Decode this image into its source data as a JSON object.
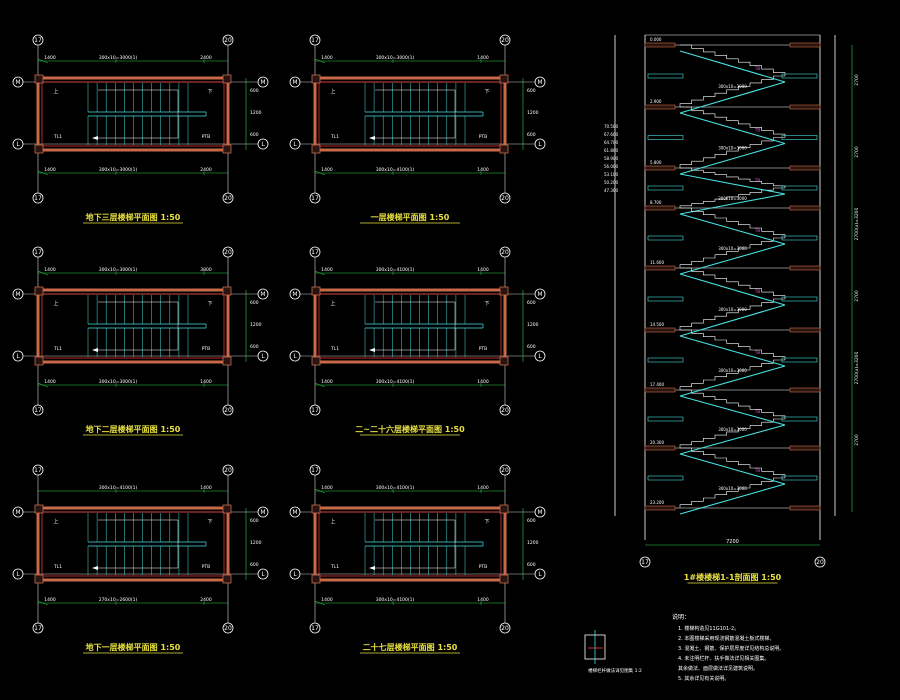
{
  "colors": {
    "background": "#000000",
    "grid": "#ffffff",
    "wall": "#c86a4a",
    "wall_fill": "#2a1410",
    "stair": "#46e0e0",
    "dim": "#2bd14a",
    "annot": "#ffffff",
    "red": "#ff3a3a",
    "title": "#e8e040",
    "pink": "#d060d0"
  },
  "plans": [
    {
      "title": "地下三层楼梯平面图 1:50",
      "axis_tl": "17",
      "axis_tr": "20",
      "axis_bl": "17",
      "axis_br": "20",
      "row_top": "M",
      "row_bot": "L",
      "top_dim": [
        "1400",
        "300x10=3000(1)",
        "2400"
      ],
      "bot_dim": [
        "1400",
        "300x10=3000(1)",
        "2400"
      ]
    },
    {
      "title": "一层楼梯平面图 1:50",
      "axis_tl": "17",
      "axis_tr": "20",
      "axis_bl": "17",
      "axis_br": "20",
      "row_top": "M",
      "row_bot": "L",
      "top_dim": [
        "1400",
        "300x10=3000(1)",
        "1400"
      ],
      "bot_dim": [
        "1400",
        "300x10=4100(1)",
        "1400"
      ]
    },
    {
      "title": "地下二层楼梯平面图 1:50",
      "axis_tl": "17",
      "axis_tr": "20",
      "axis_bl": "17",
      "axis_br": "20",
      "row_top": "M",
      "row_bot": "L",
      "top_dim": [
        "1400",
        "300x10=3000(1)",
        "3800"
      ],
      "bot_dim": [
        "1400",
        "300x10=3000(1)",
        "1400"
      ]
    },
    {
      "title": "二~二十六层楼梯平面图 1:50",
      "axis_tl": "17",
      "axis_tr": "20",
      "axis_bl": "17",
      "axis_br": "20",
      "row_top": "M",
      "row_bot": "L",
      "top_dim": [
        "1400",
        "300x10=4100(1)",
        "1400"
      ],
      "bot_dim": [
        "1400",
        "300x10=4100(1)",
        "1400"
      ]
    },
    {
      "title": "地下一层楼梯平面图 1:50",
      "axis_tl": "17",
      "axis_tr": "20",
      "axis_bl": "17",
      "axis_br": "20",
      "row_top": "M",
      "row_bot": "L",
      "top_dim": [
        "300x10=4100(1)",
        "1400"
      ],
      "bot_dim": [
        "1400",
        "270x10=2600(1)",
        "2400"
      ]
    },
    {
      "title": "二十七层楼梯平面图 1:50",
      "axis_tl": "17",
      "axis_tr": "20",
      "axis_bl": "17",
      "axis_br": "20",
      "row_top": "M",
      "row_bot": "L",
      "top_dim": [
        "1400",
        "300x10=4100(1)",
        "1400"
      ],
      "bot_dim": [
        "1400",
        "300x10=4100(1)",
        "1400"
      ]
    }
  ],
  "section": {
    "title": "1#楼楼梯1-1剖面图 1:50",
    "axis_left": "17",
    "axis_right": "20",
    "bottom_dim": "7200",
    "side_dims": [
      "2700",
      "2700",
      "2700(x)=3200",
      "2700",
      "2700(x)=3200",
      "2700"
    ]
  },
  "detail_caption": "楼梯栏杆做法详见图集 1:2",
  "notes": {
    "header": "说明：",
    "lines": [
      "1. 楼梯构造见11G101-2。",
      "2. 本图楼梯采用现浇钢筋混凝土板式楼梯。",
      "3. 混凝土、钢筋、保护层厚度详见结构总说明。",
      "4. 未注明栏杆、扶手做法详见相关图集。",
      "  其余做法、面层做法详见建筑说明。",
      "5. 其余详见有关说明。"
    ]
  }
}
